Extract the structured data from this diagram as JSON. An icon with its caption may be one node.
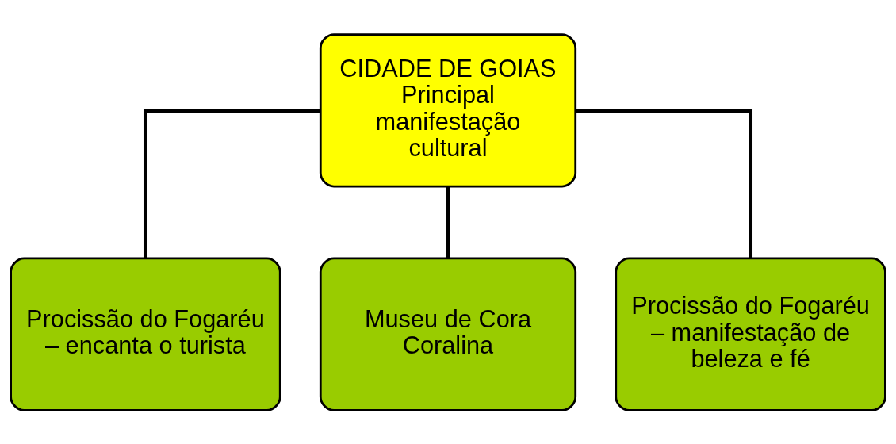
{
  "diagram": {
    "nodes": [
      {
        "text": [
          "CIDADE DE GOIAS",
          "Principal manifestação cultural"
        ]
      },
      {
        "text": [
          "Procissão do Fogaréu – encanta o turista"
        ]
      },
      {
        "text": [
          "Museu de Cora Coralina"
        ]
      },
      {
        "text": [
          "Procissão do Fogaréu – manifestação de beleza e fé"
        ]
      }
    ],
    "edges": [
      {
        "from": 0,
        "to": 1,
        "arrow": "none"
      },
      {
        "from": 0,
        "to": 2,
        "arrow": "none"
      },
      {
        "from": 0,
        "to": 3,
        "arrow": "none"
      }
    ]
  }
}
